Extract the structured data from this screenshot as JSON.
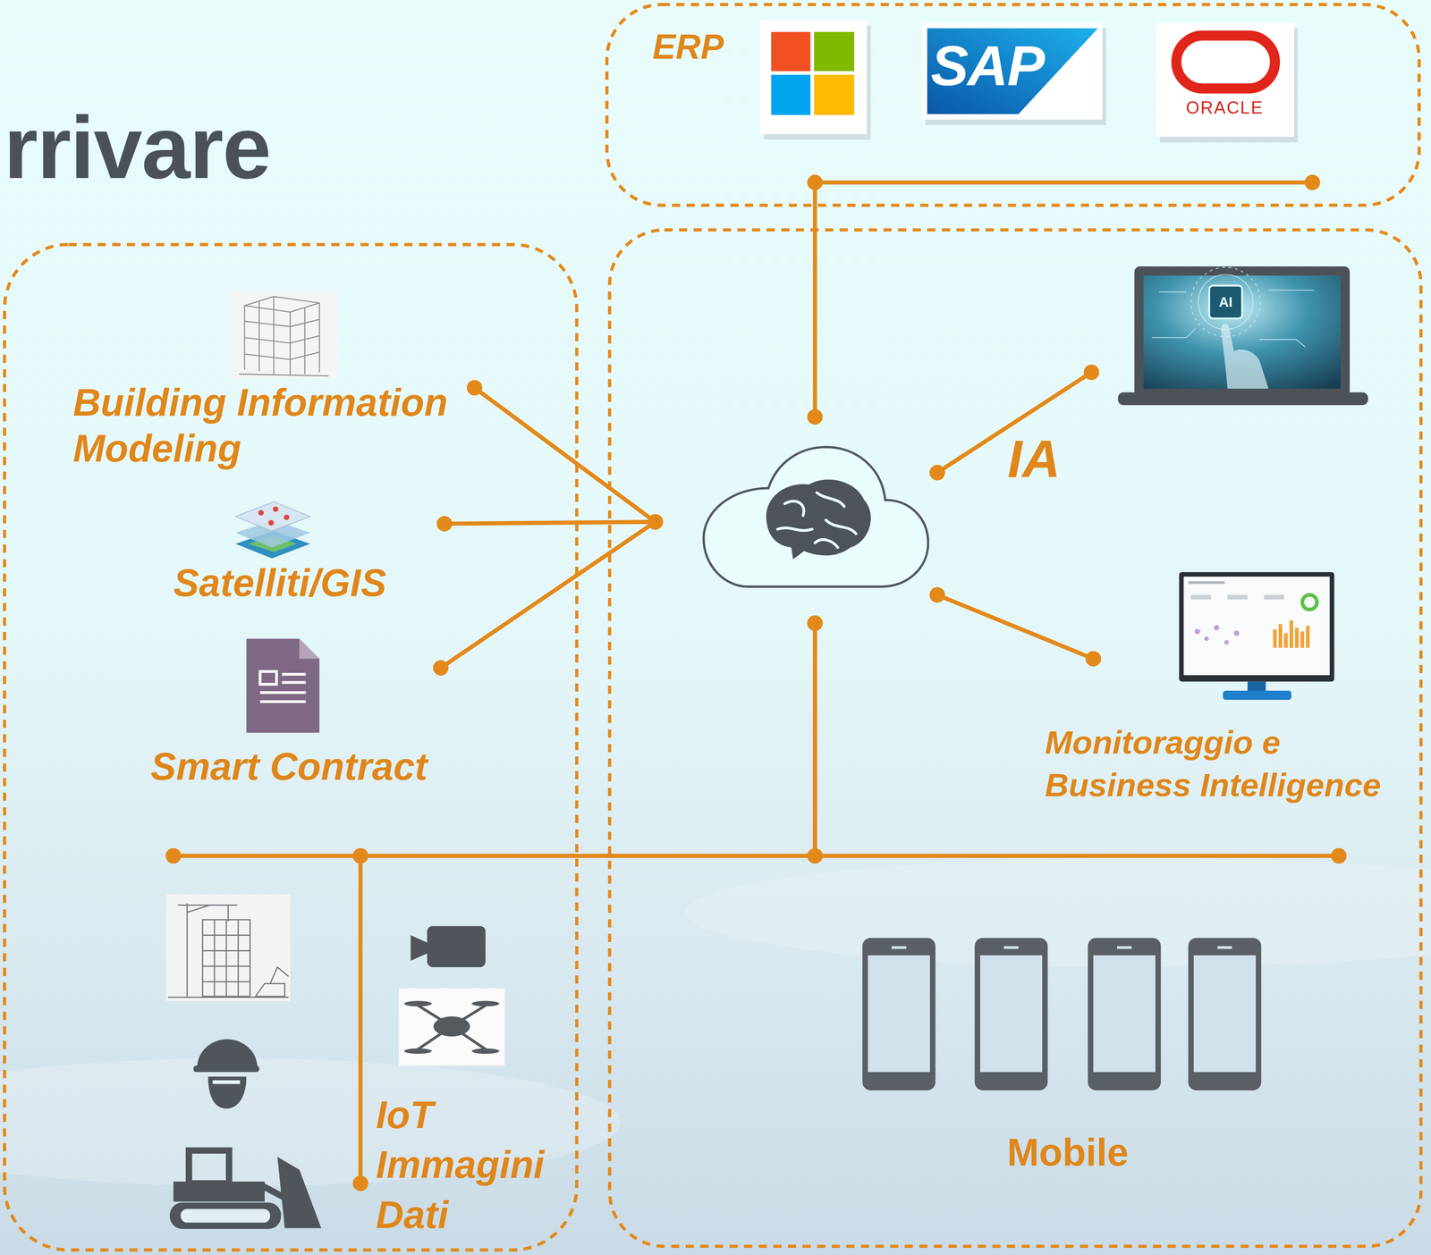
{
  "diagram": {
    "title": "rrivare",
    "nodes": [
      {
        "text": [
          "ERP"
        ]
      },
      {
        "text": [
          "SAP"
        ],
        "in": 0
      },
      {
        "text": [
          "ORACLE"
        ],
        "in": 0
      },
      {
        "text": [
          "Building Information Modeling"
        ]
      },
      {
        "text": [
          "Satelliti/GIS"
        ]
      },
      {
        "text": [
          "Smart Contract"
        ]
      },
      {
        "text": []
      },
      {
        "text": [
          "IA"
        ]
      },
      {
        "text": [
          "Monitoraggio e Business Intelligence"
        ]
      },
      {
        "text": [
          "IoT Immagini Dati"
        ]
      },
      {
        "text": [
          "Mobile"
        ]
      }
    ],
    "edges": [
      {
        "from": 0,
        "to": 6,
        "arrow": "none"
      },
      {
        "from": 3,
        "to": 6,
        "arrow": "none"
      },
      {
        "from": 4,
        "to": 6,
        "arrow": "none"
      },
      {
        "from": 5,
        "to": 6,
        "arrow": "none"
      },
      {
        "from": 6,
        "to": 7,
        "arrow": "none"
      },
      {
        "from": 6,
        "to": 8,
        "arrow": "none"
      },
      {
        "from": 6,
        "to": 9,
        "arrow": "none"
      },
      {
        "from": 6,
        "to": 10,
        "arrow": "none"
      }
    ],
    "labels": [
      "AI"
    ]
  }
}
